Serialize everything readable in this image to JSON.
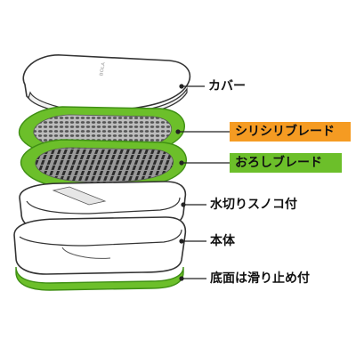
{
  "diagram": {
    "parts": [
      {
        "id": "cover",
        "label": "カバー",
        "highlight": null
      },
      {
        "id": "shredding-blade",
        "label": "シリシリブレード",
        "highlight": "#f59b22"
      },
      {
        "id": "grating-blade",
        "label": "おろしブレード",
        "highlight": "#6cbf2a"
      },
      {
        "id": "draining-tray",
        "label": "水切りスノコ付",
        "highlight": null
      },
      {
        "id": "main-body",
        "label": "本体",
        "highlight": null
      },
      {
        "id": "base",
        "label": "底面は滑り止め付",
        "highlight": null
      }
    ],
    "cover_logo": "ᴮᴼᴸᴬ",
    "colors": {
      "green": "#6cbf2a",
      "green_dark": "#3f8f14",
      "orange": "#f59b22",
      "outline": "#333333",
      "blade_gray": "#8a8a8a"
    }
  }
}
